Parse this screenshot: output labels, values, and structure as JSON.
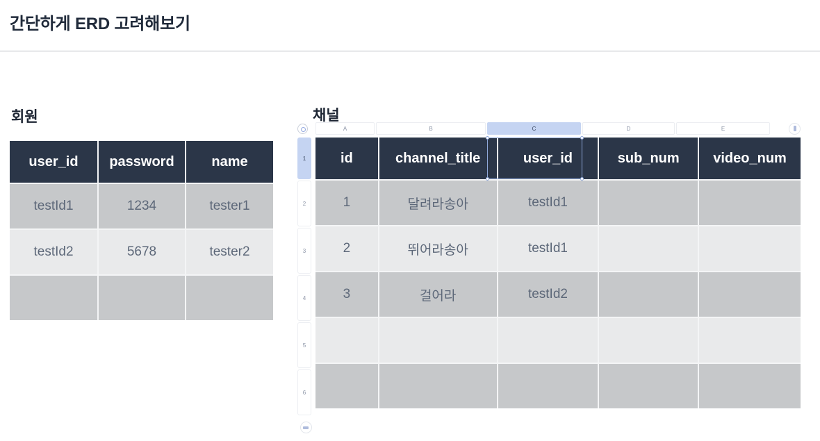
{
  "slide": {
    "title": "간단하게 ERD 고려해보기"
  },
  "member_section": {
    "caption": "회원",
    "table": {
      "columns": [
        "user_id",
        "password",
        "name"
      ],
      "rows": [
        [
          "testId1",
          "1234",
          "tester1"
        ],
        [
          "testId2",
          "5678",
          "tester2"
        ],
        [
          "",
          "",
          ""
        ]
      ]
    }
  },
  "channel_section": {
    "caption": "채널",
    "sheet": {
      "column_letters": [
        "A",
        "B",
        "C",
        "D",
        "E"
      ],
      "selected_column": "C",
      "row_numbers": [
        "1",
        "2",
        "3",
        "4",
        "5",
        "6"
      ],
      "selected_row": "1",
      "selected_cell": "C1",
      "corner_icon": "select-all-icon",
      "add_column_icon": "add-column-icon",
      "add_row_icon": "add-row-icon",
      "columns": [
        "id",
        "channel_title",
        "user_id",
        "sub_num",
        "video_num"
      ],
      "rows": [
        [
          "1",
          "달려라송아",
          "testId1",
          "",
          ""
        ],
        [
          "2",
          "뛰어라송아",
          "testId1",
          "",
          ""
        ],
        [
          "3",
          "걸어라",
          "testId2",
          "",
          ""
        ],
        [
          "",
          "",
          "",
          "",
          ""
        ],
        [
          "",
          "",
          "",
          "",
          ""
        ]
      ]
    }
  },
  "colors": {
    "header_navy": "#2b3648",
    "band_dark": "#c6c8ca",
    "band_light": "#e9eaeb",
    "cell_text": "#5d6879",
    "selection_blue": "#8fa8d9",
    "header_highlight": "#c5d4f2"
  }
}
